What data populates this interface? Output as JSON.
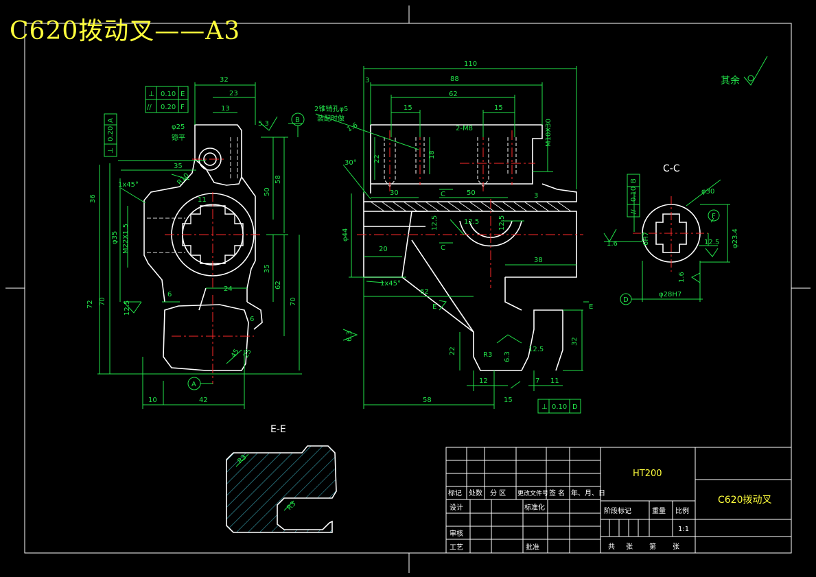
{
  "drawing": {
    "title": "C620拨动叉——A3",
    "surface_note": "其余",
    "section_labels": {
      "ee": "E-E",
      "cc": "C-C"
    },
    "title_block": {
      "material": "HT200",
      "part_name": "C620拨动叉",
      "scale": "1:1",
      "headers": [
        "标记",
        "处数",
        "分 区",
        "更改文件号",
        "签 名",
        "年、月、日"
      ],
      "stage_mark": "阶段标记",
      "weight": "重量",
      "ratio": "比例",
      "design": "设计",
      "standardize": "标准化",
      "review": "审核",
      "process": "工艺",
      "approve": "批准",
      "total": "共",
      "sheet": "张",
      "page": "第",
      "page_unit": "张"
    },
    "front": {
      "dim_32": "32",
      "dim_23": "23",
      "dim_13": "13",
      "dim_58": "58",
      "dim_50": "50",
      "dim_35": "35",
      "dim_36": "36",
      "dim_72": "72",
      "dim_70": "70",
      "dim_70b": "70",
      "dim_62": "62",
      "dim_35b": "35",
      "dim_24": "24",
      "dim_6": "6",
      "dim_6b": "6",
      "dim_10": "10",
      "dim_42": "42",
      "dim_11": "11",
      "dim_125": "12.5",
      "dim_R10": "R10",
      "dim_45": "45",
      "dim_25": "25",
      "dim_1x45": "1x45°",
      "dim_phi35": "φ35",
      "dim_m22": "M22X1.5",
      "dim_phi25": "φ25",
      "dim_tp": "锪平",
      "dim_53": "5.3",
      "tol1_sym": "⊥",
      "tol1_val": "0.10",
      "tol1_ref": "E",
      "tol2_sym": "//",
      "tol2_val": "0.20",
      "tol2_ref": "F",
      "tol3_sym": "⊥",
      "tol3_val": "0.20",
      "tol3_ref": "A",
      "datum_b": "B",
      "datum_a": "A"
    },
    "side": {
      "dim_110": "110",
      "dim_88": "88",
      "dim_3": "3",
      "dim_62": "62",
      "dim_15a": "15",
      "dim_15b": "15",
      "dim_m8": "2-M8",
      "dim_m10": "M10X30",
      "dim_22": "22",
      "dim_18": "18",
      "dim_30": "30",
      "dim_50": "50",
      "dim_3b": "3",
      "dim_20": "20",
      "dim_44": "φ44",
      "dim_38": "38",
      "dim_62b": "62",
      "dim_1x45": "1x45°",
      "dim_125a": "12.5",
      "dim_125b": "12.5",
      "dim_125c": "12.5",
      "dim_125d": "12.5",
      "dim_63": "6.3",
      "dim_63b": "6.3",
      "dim_22b": "22",
      "dim_32": "32",
      "dim_12": "12",
      "dim_7": "7",
      "dim_11": "11",
      "dim_R3": "R3",
      "dim_15c": "15",
      "dim_58": "58",
      "dim_16": "1.6",
      "dim_30deg": "30°",
      "dim_pin": "2锥销孔φ5",
      "dim_pin2": "装配时做",
      "c_mark": "C",
      "e_mark": "E",
      "tol_sym": "⊥",
      "tol_val": "0.10",
      "tol_ref": "D"
    },
    "cc_view": {
      "dim_phi30": "φ30",
      "dim_16": "1.6",
      "dim_16b": "1.6",
      "dim_125": "12.5",
      "dim_phi23": "φ23.4",
      "dim_phi28": "φ28H7",
      "dim_6h7": "6H7",
      "tol_sym": "//",
      "tol_val": "0.10",
      "tol_ref": "B",
      "datum_f": "F",
      "datum_d": "D"
    },
    "ee_view": {
      "dim_r1": "R3",
      "dim_r2": "R3"
    }
  }
}
